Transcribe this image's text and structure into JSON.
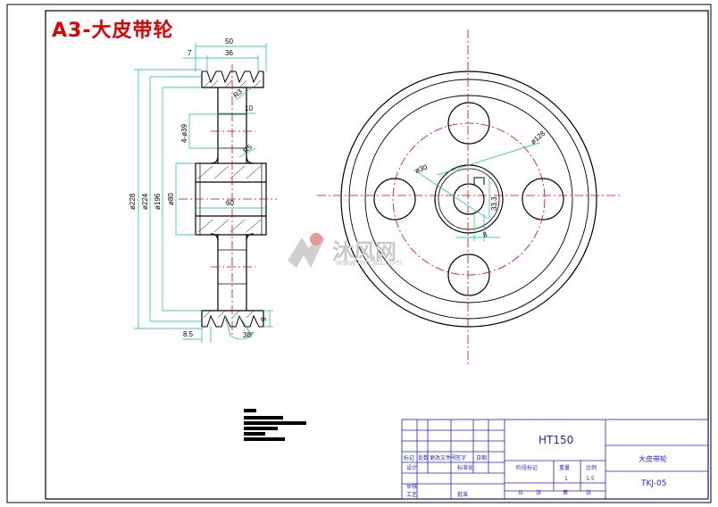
{
  "title": "A3-大皮带轮",
  "watermark": {
    "text": "沐风网",
    "url": "www.mfcad.com"
  },
  "colors": {
    "outline": "#000000",
    "center_line": "#e00000",
    "dimension": "#00b8b8",
    "title_block": "#1f1fd0"
  },
  "dimensions": {
    "d50": "50",
    "d36": "36",
    "d7": "7",
    "d10": "10",
    "d60": "60",
    "d8_5": "8.5",
    "dia228": "ø228",
    "dia224": "ø224",
    "dia196": "ø196",
    "dia80": "ø80",
    "holes": "4-ø39",
    "r34": "R3",
    "r5": "R5",
    "angle": "38°",
    "d9": "9",
    "bore_key_height": "33.3",
    "bore_dia": "ø30",
    "key_width": "8",
    "bolt_circle": "ø128"
  },
  "title_block": {
    "material": "HT150",
    "part_name": "大皮带轮",
    "drawing_code": "TKJ-05",
    "quantity": "1",
    "scale": "1:5",
    "labels": {
      "mark": "标记",
      "count": "处数",
      "zone": "更改文件号",
      "signature": "签字",
      "date": "日期",
      "design": "设计",
      "standardize": "标准化",
      "stage": "阶段标记",
      "weight": "重量",
      "ratio": "比例",
      "review": "审核",
      "process": "工艺",
      "approve": "批准",
      "total": "共",
      "sheet": "张",
      "page": "第"
    }
  }
}
